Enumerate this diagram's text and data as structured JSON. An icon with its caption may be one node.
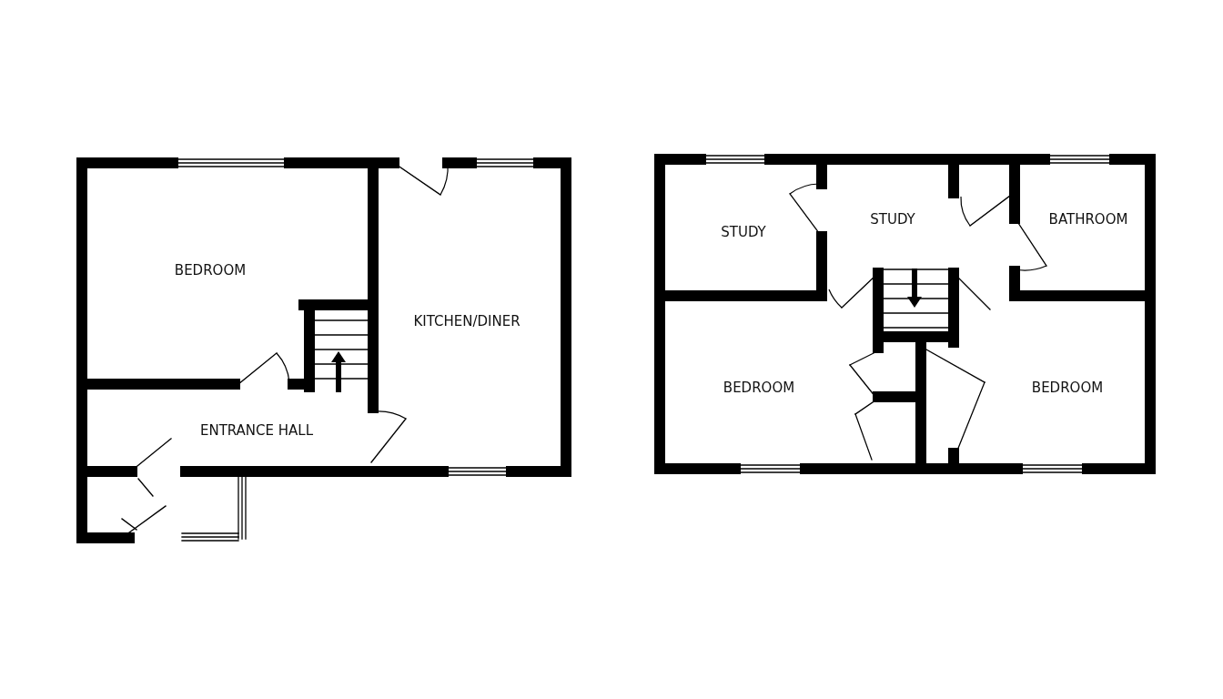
{
  "diagram": {
    "labels": [
      "BEDROOM",
      "KITCHEN/DINER",
      "ENTRANCE HALL",
      "STUDY",
      "STUDY",
      "BATHROOM",
      "BEDROOM",
      "BEDROOM"
    ]
  }
}
